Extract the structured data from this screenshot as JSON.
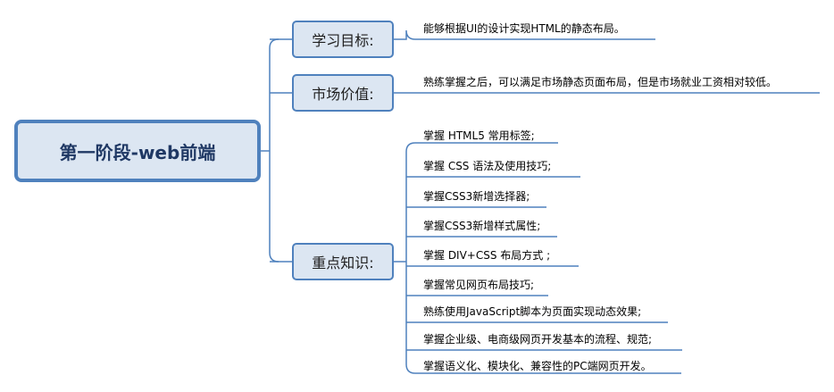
{
  "colors": {
    "line": "#4f81bd",
    "box_fill": "#dce6f2",
    "root_border": "#4f81bd",
    "root_text": "#1f3864"
  },
  "root": {
    "label": "第一阶段-web前端"
  },
  "branches": [
    {
      "label": "学习目标:",
      "leaves": [
        "能够根据UI的设计实现HTML的静态布局。"
      ]
    },
    {
      "label": "市场价值:",
      "leaves": [
        "熟练掌握之后，可以满足市场静态页面布局，但是市场就业工资相对较低。"
      ]
    },
    {
      "label": "重点知识:",
      "leaves": [
        "掌握 HTML5 常用标签;",
        "掌握 CSS 语法及使用技巧;",
        "掌握CSS3新增选择器;",
        "掌握CSS3新增样式属性;",
        "掌握 DIV+CSS 布局方式 ;",
        "掌握常见网页布局技巧;",
        "熟练使用JavaScript脚本为页面实现动态效果;",
        "掌握企业级、电商级网页开发基本的流程、规范;",
        "掌握语义化、模块化、兼容性的PC端网页开发。"
      ]
    }
  ]
}
